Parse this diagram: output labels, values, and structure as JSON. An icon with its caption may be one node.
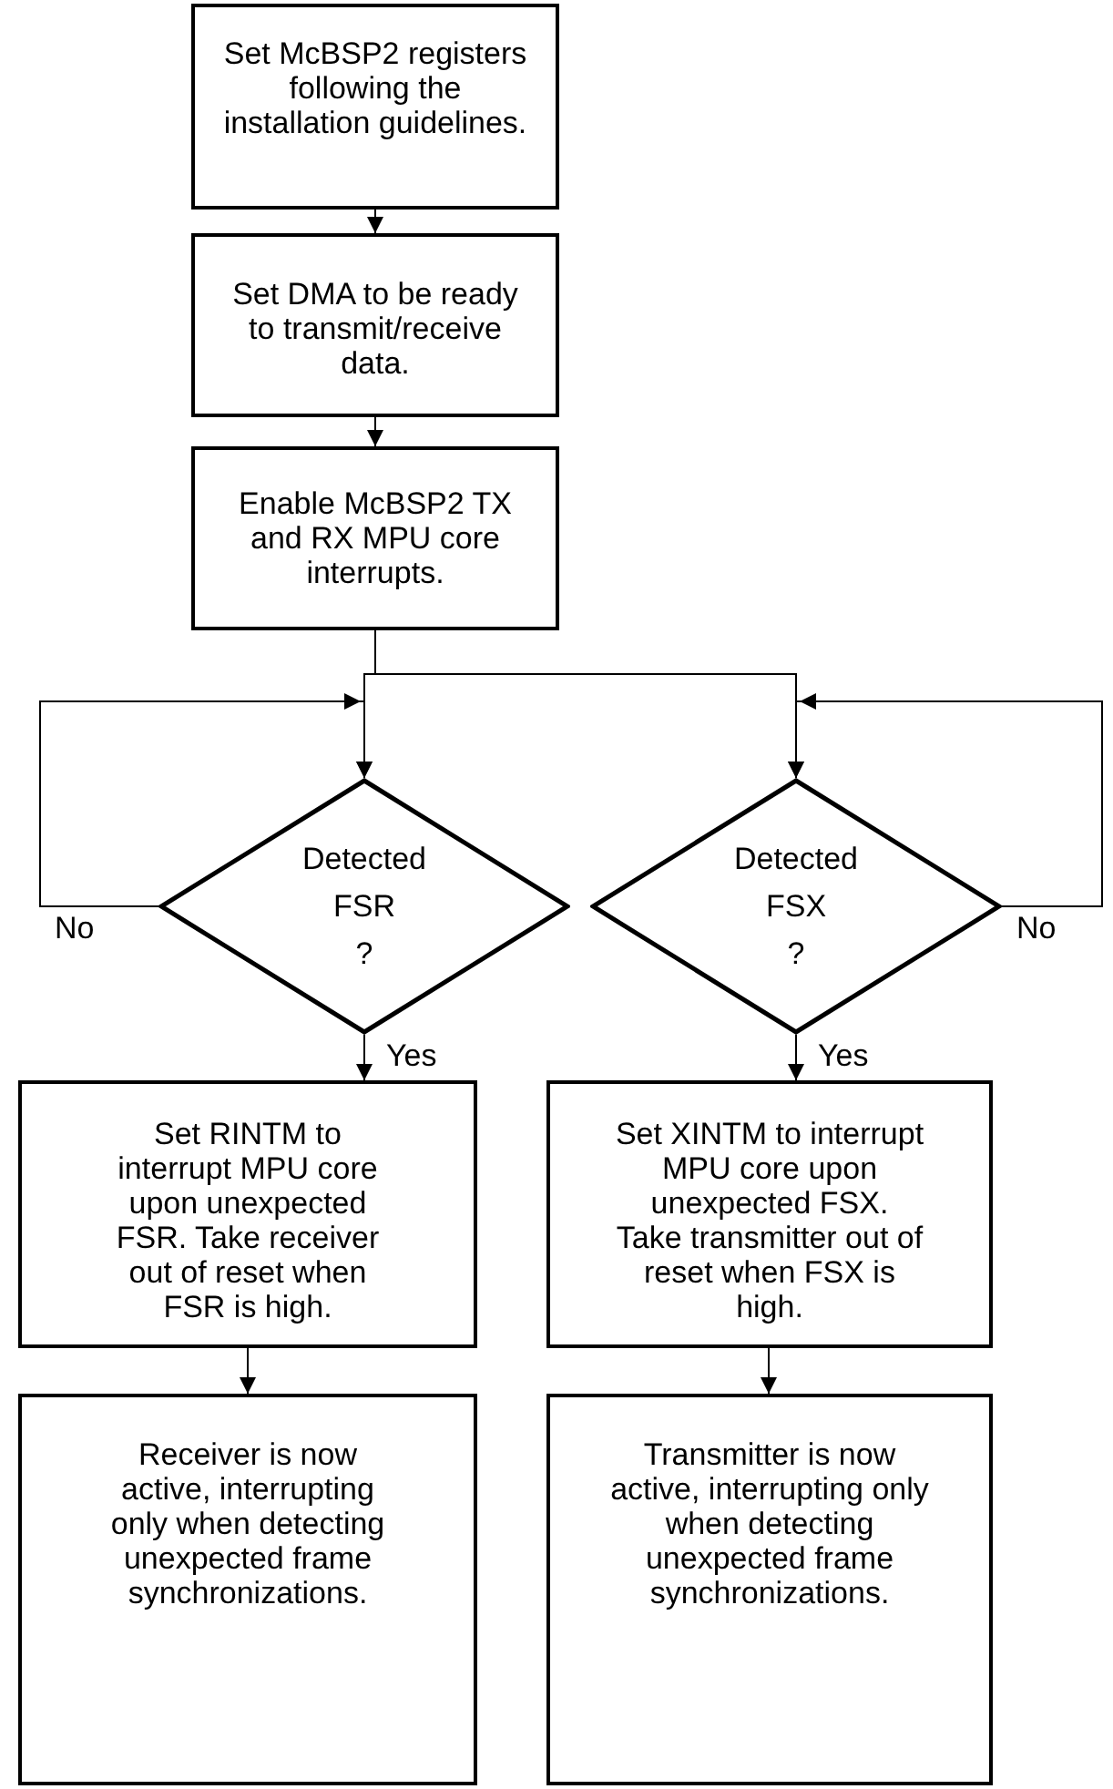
{
  "diagram": {
    "nodes": [
      {
        "text": [
          "Set McBSP2 registers following the installation guidelines."
        ]
      },
      {
        "text": [
          "Set DMA to be ready to transmit/receive data."
        ]
      },
      {
        "text": [
          "Enable McBSP2 TX and RX MPU core interrupts."
        ]
      },
      {
        "text": [
          "Detected FSR ?"
        ]
      },
      {
        "text": [
          "Detected FSX ?"
        ]
      },
      {
        "text": [
          "Set RINTM to interrupt MPU core upon unexpected FSR. Take receiver out of reset when FSR is high."
        ]
      },
      {
        "text": [
          "Set XINTM to interrupt MPU core upon unexpected FSX. Take transmitter out of reset when FSX is high."
        ]
      },
      {
        "text": [
          "Receiver is now active, interrupting only when detecting unexpected frame synchronizations."
        ]
      },
      {
        "text": [
          "Transmitter is now active, interrupting only when detecting unexpected frame synchronizations."
        ]
      }
    ],
    "edges": [
      {
        "from": 0,
        "to": 1,
        "arrow": "to"
      },
      {
        "from": 1,
        "to": 2,
        "arrow": "to"
      },
      {
        "from": 2,
        "to": 3,
        "arrow": "to"
      },
      {
        "from": 2,
        "to": 4,
        "arrow": "to"
      },
      {
        "from": 3,
        "to": 3,
        "arrow": "to",
        "label": "No"
      },
      {
        "from": 3,
        "to": 5,
        "arrow": "to",
        "label": "Yes"
      },
      {
        "from": 4,
        "to": 4,
        "arrow": "to",
        "label": "No"
      },
      {
        "from": 4,
        "to": 6,
        "arrow": "to",
        "label": "Yes"
      },
      {
        "from": 5,
        "to": 7,
        "arrow": "to"
      },
      {
        "from": 6,
        "to": 8,
        "arrow": "to"
      }
    ]
  }
}
